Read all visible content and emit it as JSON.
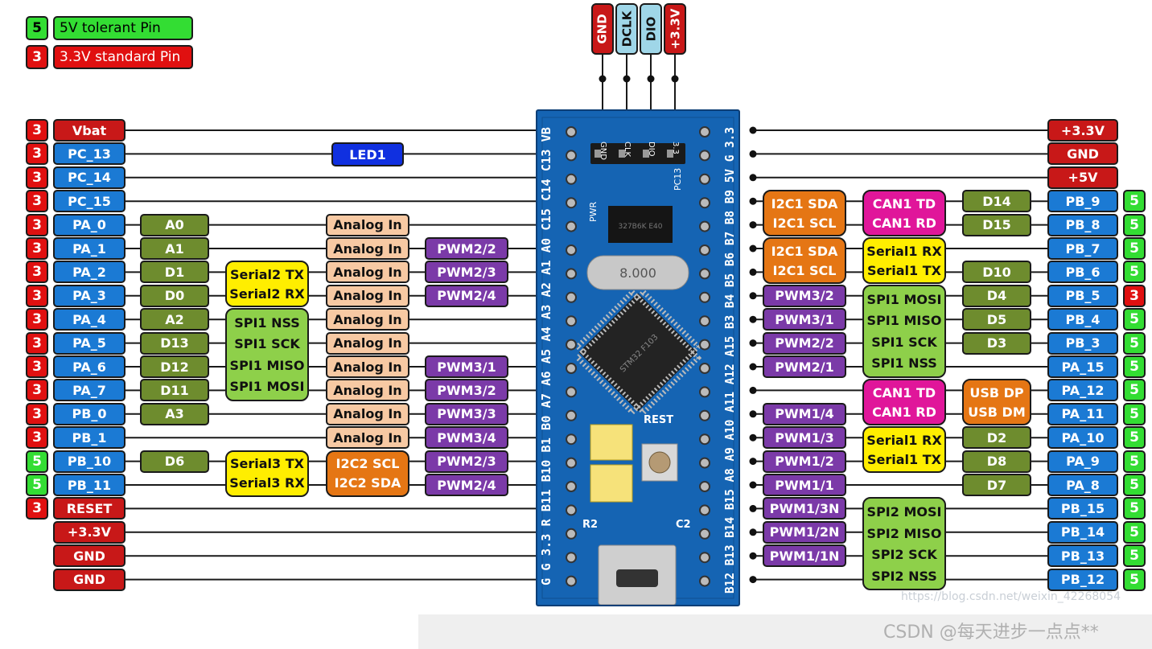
{
  "colors": {
    "five_v": "#33dd33",
    "three_v": "#e01010",
    "port": "#1b7ad4",
    "arduino": "#6e8c2e",
    "analog": "#f7c9a3",
    "pwm": "#7b3aa8",
    "serial": "#ffee00",
    "spi": "#8ed04a",
    "i2c": "#e57614",
    "can": "#e0169a",
    "usb": "#e57614",
    "led": "#1030e0",
    "power": "#c81818",
    "board": "#1564b3"
  },
  "legend": {
    "five_v": {
      "num": "5",
      "text": "5V tolerant Pin"
    },
    "three_v": {
      "num": "3",
      "text": "3.3V standard Pin"
    }
  },
  "headers": [
    {
      "label": "GND",
      "color": "#c81818"
    },
    {
      "label": "DCLK",
      "color": "#9fd6e8"
    },
    {
      "label": "DIO",
      "color": "#9fd6e8"
    },
    {
      "label": "+3.3V",
      "color": "#c81818"
    }
  ],
  "led_label": "LED1",
  "left_pins": [
    {
      "tol": "3",
      "name": "Vbat",
      "color": "power"
    },
    {
      "tol": "3",
      "name": "PC_13",
      "color": "port"
    },
    {
      "tol": "3",
      "name": "PC_14",
      "color": "port"
    },
    {
      "tol": "3",
      "name": "PC_15",
      "color": "port"
    },
    {
      "tol": "3",
      "name": "PA_0",
      "color": "port",
      "ard": "A0",
      "analog": "Analog In"
    },
    {
      "tol": "3",
      "name": "PA_1",
      "color": "port",
      "ard": "A1",
      "analog": "Analog In",
      "pwm": "PWM2/2"
    },
    {
      "tol": "3",
      "name": "PA_2",
      "color": "port",
      "ard": "D1",
      "analog": "Analog In",
      "pwm": "PWM2/3"
    },
    {
      "tol": "3",
      "name": "PA_3",
      "color": "port",
      "ard": "D0",
      "analog": "Analog In",
      "pwm": "PWM2/4"
    },
    {
      "tol": "3",
      "name": "PA_4",
      "color": "port",
      "ard": "A2",
      "analog": "Analog In"
    },
    {
      "tol": "3",
      "name": "PA_5",
      "color": "port",
      "ard": "D13",
      "analog": "Analog In"
    },
    {
      "tol": "3",
      "name": "PA_6",
      "color": "port",
      "ard": "D12",
      "analog": "Analog In",
      "pwm": "PWM3/1"
    },
    {
      "tol": "3",
      "name": "PA_7",
      "color": "port",
      "ard": "D11",
      "analog": "Analog In",
      "pwm": "PWM3/2"
    },
    {
      "tol": "3",
      "name": "PB_0",
      "color": "port",
      "ard": "A3",
      "analog": "Analog In",
      "pwm": "PWM3/3"
    },
    {
      "tol": "3",
      "name": "PB_1",
      "color": "port",
      "analog": "Analog In",
      "pwm": "PWM3/4"
    },
    {
      "tol": "5",
      "name": "PB_10",
      "color": "port",
      "ard": "D6",
      "pwm": "PWM2/3"
    },
    {
      "tol": "5",
      "name": "PB_11",
      "color": "port",
      "pwm": "PWM2/4"
    },
    {
      "tol": "3",
      "name": "RESET",
      "color": "power"
    },
    {
      "name": "+3.3V",
      "color": "power"
    },
    {
      "name": "GND",
      "color": "power"
    },
    {
      "name": "GND",
      "color": "power"
    }
  ],
  "left_groups": [
    {
      "lines": [
        "Serial2 TX",
        "Serial2 RX"
      ],
      "color": "serial"
    },
    {
      "lines": [
        "SPI1 NSS",
        "SPI1 SCK",
        "SPI1 MISO",
        "SPI1 MOSI"
      ],
      "color": "spi"
    },
    {
      "lines": [
        "Serial3 TX",
        "Serial3 RX"
      ],
      "color": "serial"
    },
    {
      "lines": [
        "I2C2 SCL",
        "I2C2 SDA"
      ],
      "color": "i2c"
    }
  ],
  "right_pins": [
    {
      "name": "+3.3V",
      "color": "power"
    },
    {
      "name": "GND",
      "color": "power"
    },
    {
      "name": "+5V",
      "color": "power"
    },
    {
      "tol": "5",
      "name": "PB_9",
      "color": "port",
      "ard": "D14"
    },
    {
      "tol": "5",
      "name": "PB_8",
      "color": "port",
      "ard": "D15"
    },
    {
      "tol": "5",
      "name": "PB_7",
      "color": "port"
    },
    {
      "tol": "5",
      "name": "PB_6",
      "color": "port",
      "ard": "D10"
    },
    {
      "tol": "3",
      "name": "PB_5",
      "color": "port",
      "ard": "D4",
      "pwm": "PWM3/2"
    },
    {
      "tol": "5",
      "name": "PB_4",
      "color": "port",
      "ard": "D5",
      "pwm": "PWM3/1"
    },
    {
      "tol": "5",
      "name": "PB_3",
      "color": "port",
      "ard": "D3",
      "pwm": "PWM2/2"
    },
    {
      "tol": "5",
      "name": "PA_15",
      "color": "port",
      "pwm": "PWM2/1"
    },
    {
      "tol": "5",
      "name": "PA_12",
      "color": "port"
    },
    {
      "tol": "5",
      "name": "PA_11",
      "color": "port",
      "pwm": "PWM1/4"
    },
    {
      "tol": "5",
      "name": "PA_10",
      "color": "port",
      "ard": "D2",
      "pwm": "PWM1/3"
    },
    {
      "tol": "5",
      "name": "PA_9",
      "color": "port",
      "ard": "D8",
      "pwm": "PWM1/2"
    },
    {
      "tol": "5",
      "name": "PA_8",
      "color": "port",
      "ard": "D7",
      "pwm": "PWM1/1"
    },
    {
      "tol": "5",
      "name": "PB_15",
      "color": "port",
      "pwm": "PWM1/3N"
    },
    {
      "tol": "5",
      "name": "PB_14",
      "color": "port",
      "pwm": "PWM1/2N"
    },
    {
      "tol": "5",
      "name": "PB_13",
      "color": "port",
      "pwm": "PWM1/1N"
    },
    {
      "tol": "5",
      "name": "PB_12",
      "color": "port"
    }
  ],
  "right_i2c_groups": [
    {
      "lines": [
        "I2C1 SDA",
        "I2C1 SCL"
      ],
      "color": "i2c"
    },
    {
      "lines": [
        "I2C1 SDA",
        "I2C1 SCL"
      ],
      "color": "i2c"
    }
  ],
  "right_mid_groups": [
    {
      "lines": [
        "CAN1 TD",
        "CAN1 RD"
      ],
      "color": "can"
    },
    {
      "lines": [
        "Serial1 RX",
        "Serial1 TX"
      ],
      "color": "serial"
    },
    {
      "lines": [
        "SPI1 MOSI",
        "SPI1 MISO",
        "SPI1 SCK",
        "SPI1 NSS"
      ],
      "color": "spi"
    },
    {
      "lines": [
        "CAN1 TD",
        "CAN1 RD"
      ],
      "color": "can"
    },
    {
      "lines": [
        "Serial1 RX",
        "Serial1 TX"
      ],
      "color": "serial"
    },
    {
      "lines": [
        "SPI2 MOSI",
        "SPI2 MISO",
        "SPI2 SCK",
        "SPI2 NSS"
      ],
      "color": "spi"
    }
  ],
  "usb_group": {
    "lines": [
      "USB DP",
      "USB DM"
    ],
    "color": "usb"
  },
  "board": {
    "left_silk": "G G 3.3 R B11 B10 B1 B0 A7 A6 A5 A4 A3 A2 A1 A0 C15 C14 C13 VB",
    "right_silk": "B12 B13 B14 B15 A8 A9 A10 A11 A12 A15 B3 B4 B5 B6 B7 B8 B9 5V G 3.3",
    "header_silk": [
      "GND",
      "CLK",
      "DIO",
      "3.3"
    ],
    "pwr": "PWR",
    "pc13": "PC13",
    "rest": "REST",
    "r2": "R2",
    "c2": "C2",
    "xtal": "8.000",
    "reg": "327B6K E40",
    "chip": "STM32 F103"
  },
  "watermark": {
    "url": "https://blog.csdn.net/weixin_42268054",
    "brand": "CSDN @每天进步一点点**"
  }
}
